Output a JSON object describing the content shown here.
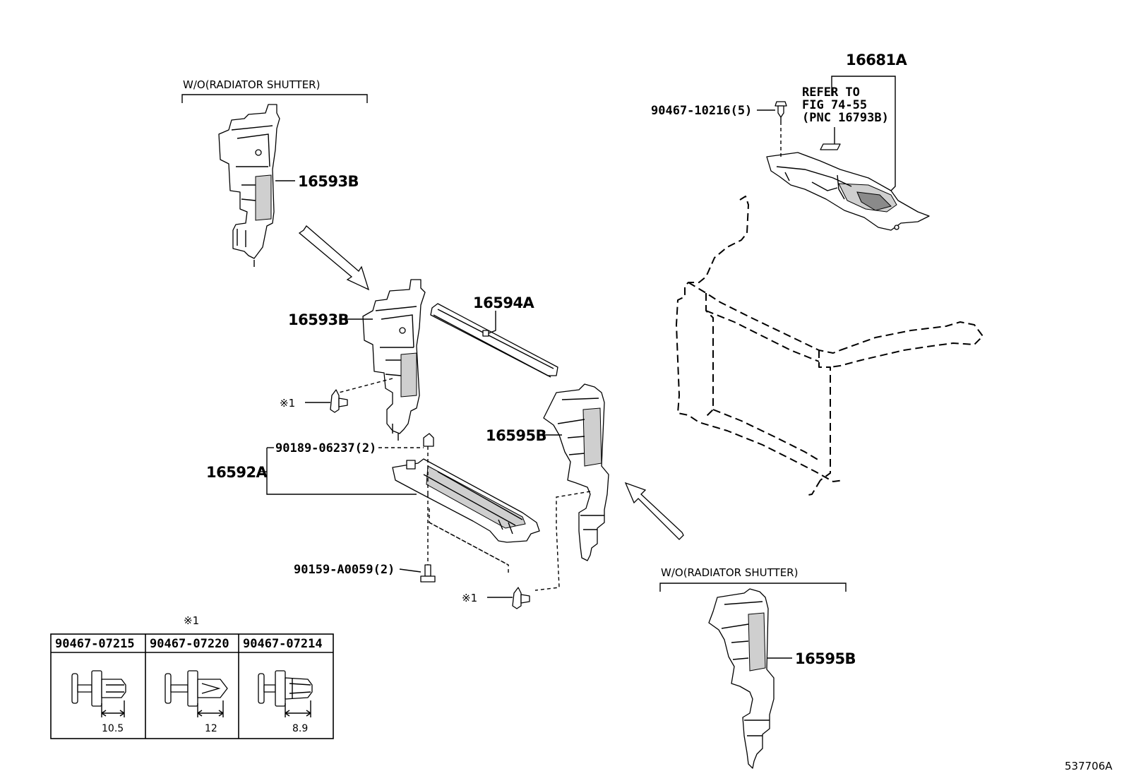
{
  "variant_labels": [
    {
      "id": "top-left",
      "text": "W/O(RADIATOR SHUTTER)"
    },
    {
      "id": "bottom-right",
      "text": "W/O(RADIATOR SHUTTER)"
    }
  ],
  "part_labels": {
    "p16681A": "16681A",
    "p16593B_upper": "16593B",
    "p16593B_lower": "16593B",
    "p16594A": "16594A",
    "p16595B_mid": "16595B",
    "p16595B_lower": "16595B",
    "p16592A": "16592A",
    "p90467_10216": "90467-10216(5)",
    "p90189_06237": "90189-06237(2)",
    "p90159_A0059": "90159-A0059(2)",
    "mark1_a": "※1",
    "mark1_b": "※1"
  },
  "refer_note": [
    "REFER TO",
    "FIG 74-55",
    "(PNC 16793B)"
  ],
  "clip_table": {
    "mark": "※1",
    "columns": [
      {
        "part_no": "90467-07215",
        "dimension": "10.5"
      },
      {
        "part_no": "90467-07220",
        "dimension": "12"
      },
      {
        "part_no": "90467-07214",
        "dimension": "8.9"
      }
    ]
  },
  "figure_id": "537706A"
}
